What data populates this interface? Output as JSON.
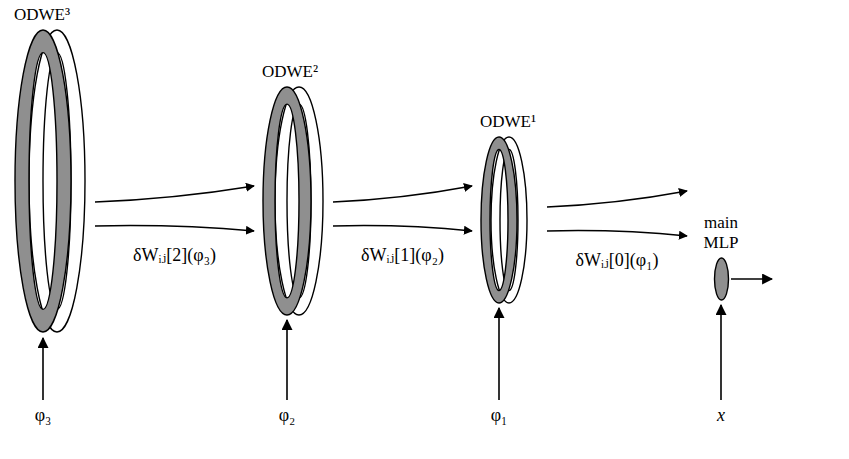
{
  "diagram": {
    "nodes": [
      {
        "text": [
          "ODWE³"
        ]
      },
      {
        "text": [
          "ODWE²"
        ]
      },
      {
        "text": [
          "ODWE¹"
        ]
      },
      {
        "text": [
          "main MLP"
        ]
      }
    ],
    "edges": [
      {
        "from": 0,
        "to": 1,
        "label": "δWᵢⱼ[2](φ₃)",
        "arrow": "to"
      },
      {
        "from": 1,
        "to": 2,
        "label": "δWᵢⱼ[1](φ₂)",
        "arrow": "to"
      },
      {
        "from": 2,
        "to": 3,
        "label": "δWᵢⱼ[0](φ₁)",
        "arrow": "to"
      }
    ],
    "labels": [
      "φ₃",
      "φ₂",
      "φ₁",
      "x"
    ]
  }
}
